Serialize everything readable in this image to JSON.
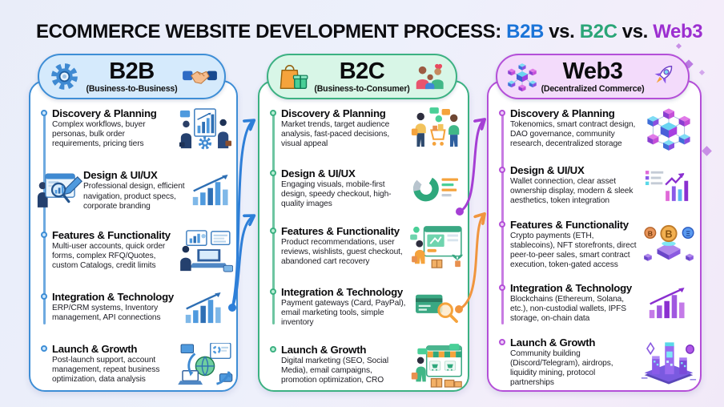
{
  "title": {
    "prefix": "ECOMMERCE WEBSITE DEVELOPMENT PROCESS:",
    "b2b": "B2B",
    "sep1": "vs.",
    "b2c": "B2C",
    "sep2": "vs.",
    "web3": "Web3",
    "colors": {
      "b2b": "#1b74d8",
      "b2c": "#2ba577",
      "web3": "#9c2fd0"
    }
  },
  "columns": [
    {
      "id": "b2b",
      "name": "B2B",
      "subtitle": "(Business-to-Business)",
      "icon_left": "gear-icon",
      "icon_right": "handshake-icon",
      "colors": {
        "accent": "#3e8ed6",
        "pill_bg": "#d5eafc",
        "dot_bg": "#cde6fb"
      },
      "steps": [
        {
          "title": "Discovery & Planning",
          "desc": "Complex workflows, buyer personas, bulk order requirements, pricing tiers",
          "art": "b2b-discovery-art"
        },
        {
          "title": "Design & UI/UX",
          "desc": "Professional design, efficient navigation, product specs, corporate branding",
          "art": "blue-bar-chart-art",
          "art_left": "design-magnifier-art",
          "no_dot": true
        },
        {
          "title": "Features & Functionality",
          "desc": "Multi-user accounts, quick order forms, complex RFQ/Quotes, custom Catalogs, credit limits",
          "art": "b2b-laptop-art"
        },
        {
          "title": "Integration & Technology",
          "desc": "ERP/CRM systems, Inventory management, API connections",
          "art": "blue-bar-chart-art"
        },
        {
          "title": "Launch & Growth",
          "desc": "Post-launch support, account management, repeat business optimization, data analysis",
          "art": "b2b-globe-cycle-art"
        }
      ]
    },
    {
      "id": "b2c",
      "name": "B2C",
      "subtitle": "(Business-to-Consumer)",
      "icon_left": "shopping-bag-gift-icon",
      "icon_right": "family-icon",
      "colors": {
        "accent": "#3cb182",
        "pill_bg": "#d8f6e7",
        "dot_bg": "#bdeed6"
      },
      "steps": [
        {
          "title": "Discovery & Planning",
          "desc": "Market trends, target audience analysis, fast-paced decisions, visual appeal",
          "art": "b2c-shoppers-art"
        },
        {
          "title": "Design & UI/UX",
          "desc": "Engaging visuals, mobile-first design, speedy checkout, high-quality images",
          "art": "donut-chart-art"
        },
        {
          "title": "Features & Functionality",
          "desc": "Product recommendations, user reviews, wishlists, guest checkout, abandoned cart recovery",
          "art": "b2c-webpage-art"
        },
        {
          "title": "Integration & Technology",
          "desc": "Payment gateways (Card, PayPal), email marketing tools, simple inventory",
          "art": "card-magnifier-art"
        },
        {
          "title": "Launch & Growth",
          "desc": "Digital marketing (SEO, Social Media), email campaigns, promotion optimization, CRO",
          "art": "b2c-storefront-art"
        }
      ]
    },
    {
      "id": "web3",
      "name": "Web3",
      "subtitle": "(Decentralized Commerce)",
      "icon_left": "blockchain-icon",
      "icon_right": "rocket-icon",
      "colors": {
        "accent": "#b44fd8",
        "pill_bg": "#f3dbfb",
        "dot_bg": "#ecd0f8"
      },
      "steps": [
        {
          "title": "Discovery & Planning",
          "desc": "Tokenomics, smart contract design, DAO governance, community research, decentralized storage",
          "art": "blockchain-cubes-art"
        },
        {
          "title": "Design & UI/UX",
          "desc": "Wallet connection, clear asset ownership display, modern & sleek aesthetics, token integration",
          "art": "purple-checklist-chart-art"
        },
        {
          "title": "Features & Functionality",
          "desc": "Crypto payments (ETH, stablecoins), NFT storefronts, direct peer-to-peer sales, smart contract execution, token-gated access",
          "art": "crypto-coins-art"
        },
        {
          "title": "Integration & Technology",
          "desc": "Blockchains (Ethereum, Solana, etc.), non-custodial wallets, IPFS storage, on-chain data",
          "art": "purple-bar-chart-art"
        },
        {
          "title": "Launch & Growth",
          "desc": "Community building (Discord/Telegram), airdrops, liquidity mining, protocol partnerships",
          "art": "crypto-city-art"
        }
      ]
    }
  ],
  "connectors": [
    {
      "from": "b2b-launch",
      "to": "b2c-discovery",
      "color": "#2e7fd8"
    },
    {
      "from": "b2b-launch",
      "to": "b2c-features",
      "color": "#2e7fd8"
    },
    {
      "from": "b2c-features",
      "to": "web3-discovery",
      "color": "#a53fd4"
    },
    {
      "from": "b2c-launch",
      "to": "web3-features",
      "color": "#f0953f"
    }
  ],
  "decorations": [
    "sparkle-icon",
    "sparkle-icon",
    "sparkle-icon",
    "sparkle-icon"
  ]
}
